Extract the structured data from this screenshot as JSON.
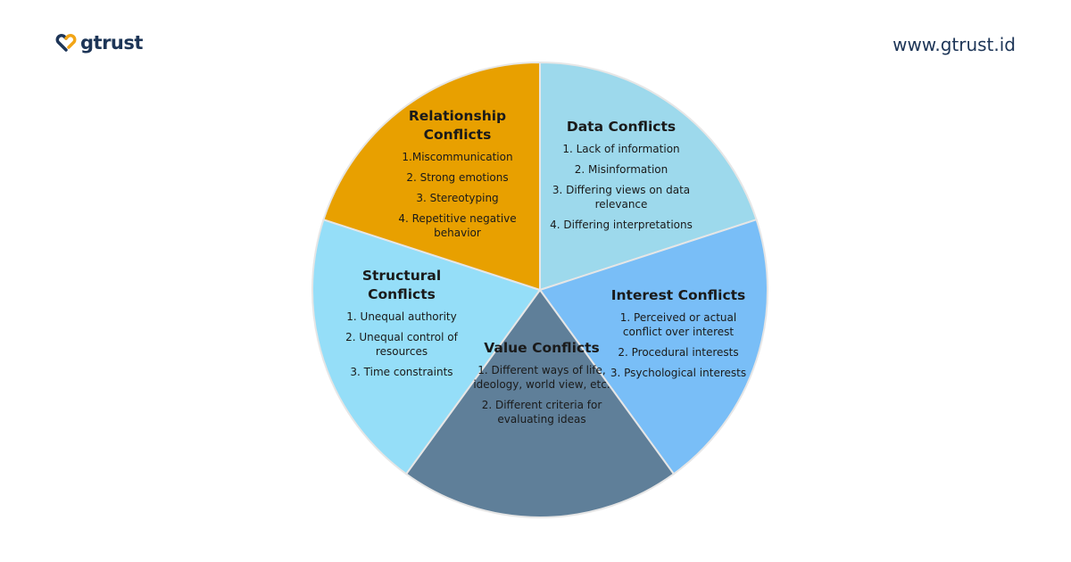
{
  "header": {
    "brand": "gtrust",
    "url": "www.gtrust.id"
  },
  "diagram": {
    "slices": [
      {
        "title": "Data Conflicts",
        "color": "#9DD9EC",
        "items": [
          "1. Lack of information",
          "2. Misinformation",
          "3. Differing views on data relevance",
          "4. Differing interpretations"
        ]
      },
      {
        "title": "Interest Conflicts",
        "color": "#79BEF7",
        "items": [
          "1. Perceived or actual conflict over interest",
          "2. Procedural interests",
          "3. Psychological interests"
        ]
      },
      {
        "title": "Value Conflicts",
        "color": "#5F7F99",
        "items": [
          "1. Different ways of life, ideology, world view, etc.",
          "2. Different criteria for evaluating ideas"
        ]
      },
      {
        "title": "Structural Conflicts",
        "color": "#95DEF8",
        "items": [
          "1. Unequal authority",
          "2. Unequal control of resources",
          "3. Time constraints"
        ]
      },
      {
        "title": "Relationship Conflicts",
        "color": "#E8A000",
        "items": [
          "1.Miscommunication",
          "2. Strong emotions",
          "3. Stereotyping",
          "4. Repetitive negative behavior"
        ]
      }
    ]
  }
}
